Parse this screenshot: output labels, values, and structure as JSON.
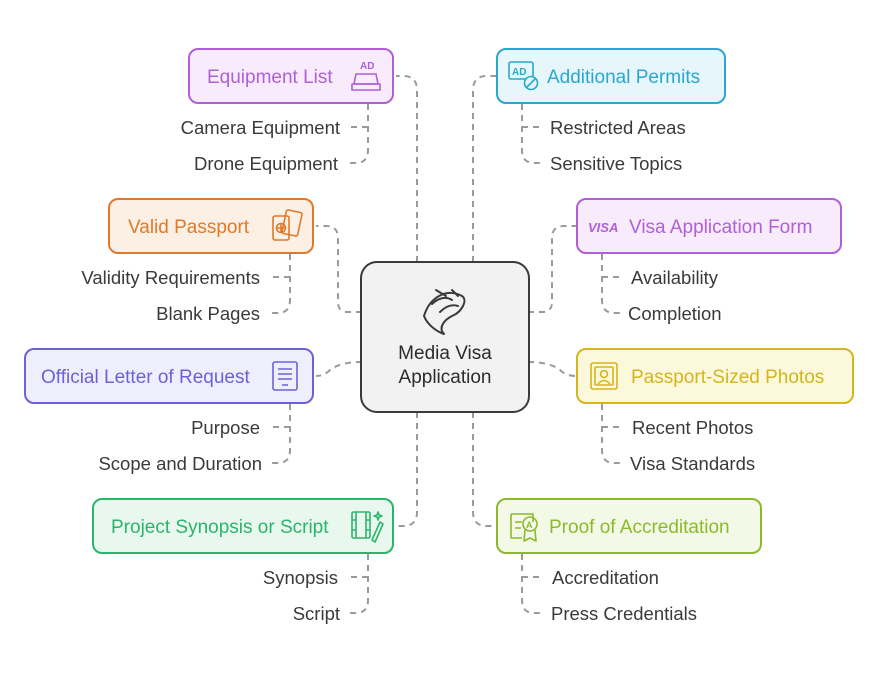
{
  "center": {
    "line1": "Media Visa",
    "line2": "Application",
    "icon": "ribbon-swirl-icon"
  },
  "branches": [
    {
      "id": "equipment-list",
      "title": "Equipment List",
      "icon": "ad-sign-icon",
      "color": "#b05fd6",
      "items": [
        "Camera Equipment",
        "Drone Equipment"
      ]
    },
    {
      "id": "valid-passport",
      "title": "Valid Passport",
      "icon": "passport-icon",
      "color": "#e07a2a",
      "items": [
        "Validity Requirements",
        "Blank Pages"
      ]
    },
    {
      "id": "official-letter",
      "title": "Official Letter of Request",
      "icon": "document-icon",
      "color": "#6a63d8",
      "items": [
        "Purpose",
        "Scope and Duration"
      ]
    },
    {
      "id": "project-synopsis",
      "title": "Project Synopsis or Script",
      "icon": "film-script-icon",
      "color": "#2cb56a",
      "items": [
        "Synopsis",
        "Script"
      ]
    },
    {
      "id": "additional-permits",
      "title": "Additional Permits",
      "icon": "ad-prohibited-icon",
      "color": "#2aa7cf",
      "items": [
        "Restricted Areas",
        "Sensitive Topics"
      ]
    },
    {
      "id": "visa-form",
      "title": "Visa Application Form",
      "icon": "visa-card-icon",
      "color": "#b05fd6",
      "items": [
        "Availability",
        "Completion"
      ]
    },
    {
      "id": "passport-photos",
      "title": "Passport-Sized Photos",
      "icon": "portrait-frame-icon",
      "color": "#d4b51c",
      "items": [
        "Recent Photos",
        "Visa Standards"
      ]
    },
    {
      "id": "accreditation",
      "title": "Proof of Accreditation",
      "icon": "certificate-icon",
      "color": "#8bbb2c",
      "items": [
        "Accreditation",
        "Press Credentials"
      ]
    }
  ],
  "icon_texts": {
    "ad": "AD",
    "visa": "VISA",
    "cert": "A"
  }
}
